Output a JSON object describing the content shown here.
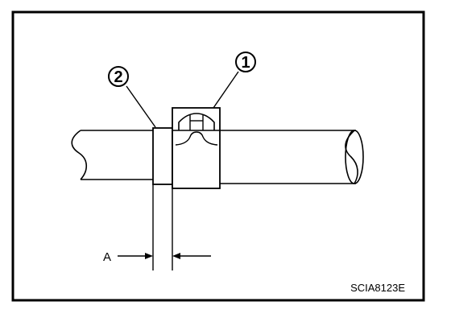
{
  "diagram": {
    "callouts": [
      {
        "id": "1",
        "label": "1"
      },
      {
        "id": "2",
        "label": "2"
      }
    ],
    "dimension_label": "A",
    "figure_code": "SCIA8123E"
  },
  "colors": {
    "line": "#000000",
    "background": "#ffffff"
  }
}
